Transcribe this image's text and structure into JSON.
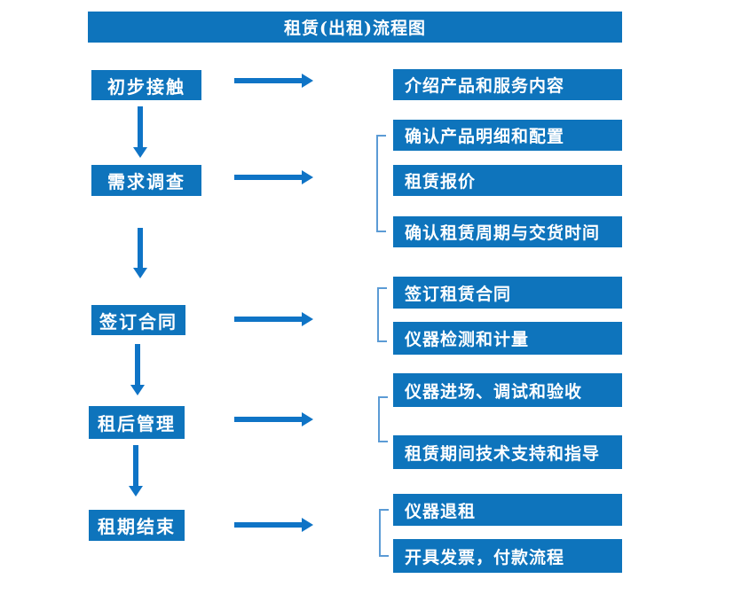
{
  "title": "租赁(出租)流程图",
  "colors": {
    "box_blue": "#0e74bc",
    "arrow_blue": "#0f74c6",
    "bracket_blue": "#5b9bd5",
    "text_white": "#ffffff"
  },
  "stages": [
    {
      "label": "初步接触",
      "outputs": [
        "介绍产品和服务内容"
      ]
    },
    {
      "label": "需求调查",
      "outputs": [
        "确认产品明细和配置",
        "租赁报价",
        "确认租赁周期与交货时间"
      ]
    },
    {
      "label": "签订合同",
      "outputs": [
        "签订租赁合同",
        "仪器检测和计量"
      ]
    },
    {
      "label": "租后管理",
      "outputs": [
        "仪器进场、调试和验收",
        "租赁期间技术支持和指导"
      ]
    },
    {
      "label": "租期结束",
      "outputs": [
        "仪器退租",
        "开具发票，付款流程"
      ]
    }
  ]
}
